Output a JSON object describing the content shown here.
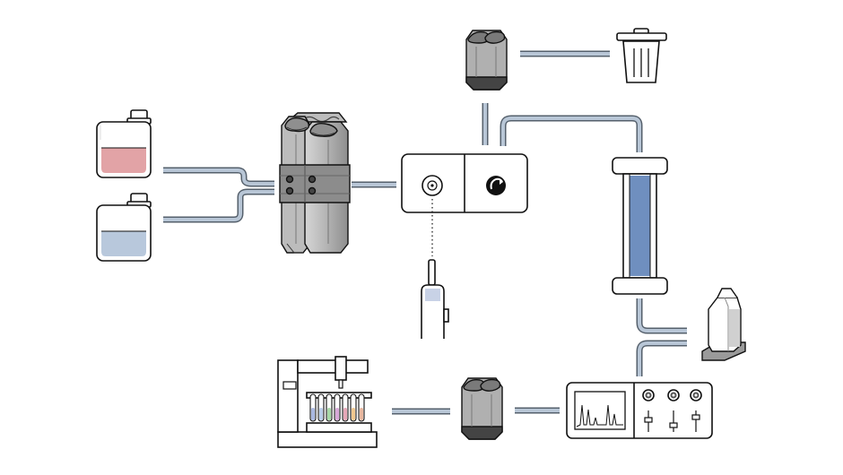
{
  "diagram": {
    "components": [
      {
        "id": "solvent-bottle-a",
        "kind": "reservoir",
        "liquid_color": "#e2a3a6"
      },
      {
        "id": "solvent-bottle-b",
        "kind": "reservoir",
        "liquid_color": "#b8c8dc"
      },
      {
        "id": "pump",
        "kind": "pump-block"
      },
      {
        "id": "injector",
        "kind": "injection-valve"
      },
      {
        "id": "syringe",
        "kind": "syringe"
      },
      {
        "id": "top-valve",
        "kind": "valve-block"
      },
      {
        "id": "waste",
        "kind": "waste-bin"
      },
      {
        "id": "column",
        "kind": "chromatography-column",
        "fill_color": "#6f8fbf"
      },
      {
        "id": "detector-cell",
        "kind": "detector-cell"
      },
      {
        "id": "detector",
        "kind": "detector-with-chromatogram"
      },
      {
        "id": "bottom-valve",
        "kind": "valve-block"
      },
      {
        "id": "fraction-collector",
        "kind": "fraction-collector",
        "tube_colors": [
          "#a9b8e0",
          "#b9cde8",
          "#a8d8a8",
          "#d7a8d8",
          "#e6a8b8",
          "#f0c890",
          "#e8b8a0"
        ]
      }
    ],
    "colors": {
      "tubing_fill": "#b8c6d6",
      "tubing_stroke": "#55606c",
      "outline": "#111111",
      "block_light": "#c8c8c8",
      "block_mid": "#a9a9a9",
      "block_dark": "#555555"
    }
  }
}
